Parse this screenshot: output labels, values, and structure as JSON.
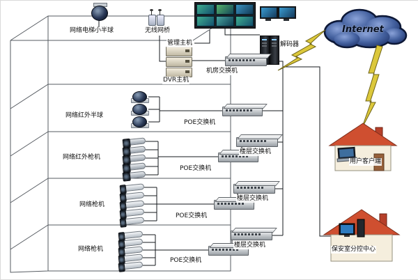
{
  "diagram": {
    "internet_label": "Internet",
    "rooftop": {
      "elevator_camera_label": "网络电梯小半球",
      "wireless_bridge_label": "无线网桥"
    },
    "control_room": {
      "management_host_label": "管理主机",
      "dvr_host_label": "DVR主机",
      "room_switch_label": "机房交换机",
      "decoder_label": "解码器"
    },
    "floors": [
      {
        "camera_label": "网络红外半球",
        "camera_type": "dome",
        "camera_count": 3,
        "poe_switch_label": "POE交换机"
      },
      {
        "camera_label": "网络红外枪机",
        "camera_type": "ir-bullet",
        "camera_count": 5,
        "poe_switch_label": "POE交换机",
        "floor_switch_label": "楼层交换机"
      },
      {
        "camera_label": "网络枪机",
        "camera_type": "bullet",
        "camera_count": 5,
        "poe_switch_label": "POE交换机",
        "floor_switch_label": "楼层交换机"
      },
      {
        "camera_label": "网络枪机",
        "camera_type": "bullet",
        "camera_count": 5,
        "poe_switch_label": "POE交换机",
        "floor_switch_label": "楼层交换机"
      }
    ],
    "remote_sites": {
      "user_client_label": "用户客户端",
      "security_center_label": "保安室分控中心"
    },
    "colors": {
      "line": "#3c3c3c",
      "cloud_fill": "#3f5da8",
      "lightning": "#dcc83b",
      "roof_red": "#cf4f30",
      "screen_teal": "#2f8f7e"
    }
  }
}
